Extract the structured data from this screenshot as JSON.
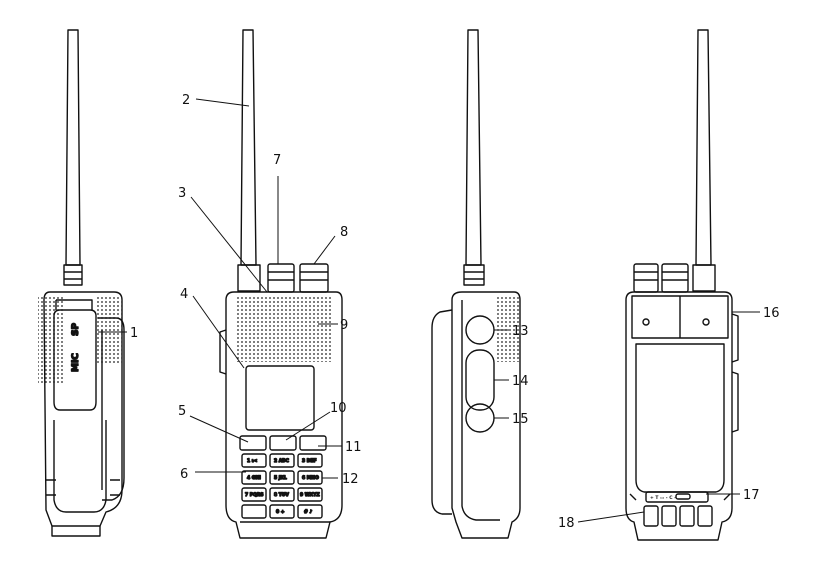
{
  "side_text": {
    "mic": "MIC",
    "sp": "SP"
  },
  "keys": [
    "1 ι<",
    "2 ABC",
    "3 DEF",
    "4 GHI",
    "5 JKL",
    "6 MNO",
    "7 PQRS",
    "8 TUV",
    "9 WXYZ",
    "0 +",
    "# ♪"
  ],
  "bottom_contacts": "+ T ▭ - C -",
  "callouts": [
    "1",
    "2",
    "3",
    "4",
    "5",
    "6",
    "7",
    "8",
    "9",
    "10",
    "11",
    "12",
    "13",
    "14",
    "15",
    "16",
    "17",
    "18"
  ]
}
